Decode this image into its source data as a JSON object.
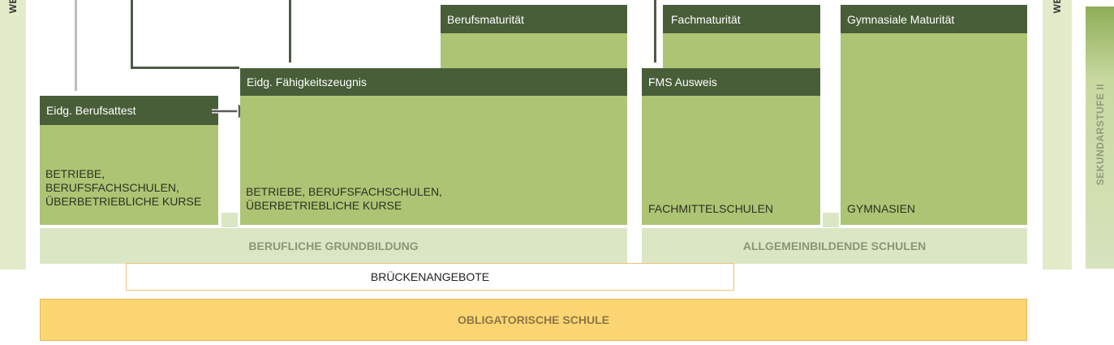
{
  "left_strip": {
    "label": "WE"
  },
  "right_strip": {
    "label": "WE"
  },
  "level_strip": {
    "label": "SEKUNDARSTUFE II"
  },
  "blocks": {
    "berufsattest": {
      "header": "Eidg. Berufsattest",
      "text": "BETRIEBE,\nBERUFSFACHSCHULEN,\nÜBERBETRIEBLICHE KURSE"
    },
    "faehigkeitszeugnis": {
      "header": "Eidg. Fähigkeitszeugnis",
      "text": "BETRIEBE, BERUFSFACHSCHULEN,\nÜBERBETRIEBLICHE KURSE"
    },
    "berufsmaturitaet": {
      "header": "Berufsmaturität"
    },
    "fachmaturitaet": {
      "header": "Fachmaturität"
    },
    "fms": {
      "header": "FMS Ausweis",
      "text": "FACHMITTELSCHULEN"
    },
    "gymnasiale": {
      "header": "Gymnasiale Maturität",
      "text": "GYMNASIEN"
    }
  },
  "bands": {
    "berufliche": "BERUFLICHE GRUNDBILDUNG",
    "allgemein": "ALLGEMEINBILDENDE SCHULEN",
    "brueckenangebote": "BRÜCKENANGEBOTE",
    "obligatorisch": "OBLIGATORISCHE SCHULE"
  },
  "colors": {
    "block_green": "#adc474",
    "header_dark": "#485e38",
    "band_light": "#dbe6c5",
    "strip_light": "#e3ecca",
    "obligatorisch_fill": "#fcd672",
    "obligatorisch_border": "#efb45a"
  }
}
